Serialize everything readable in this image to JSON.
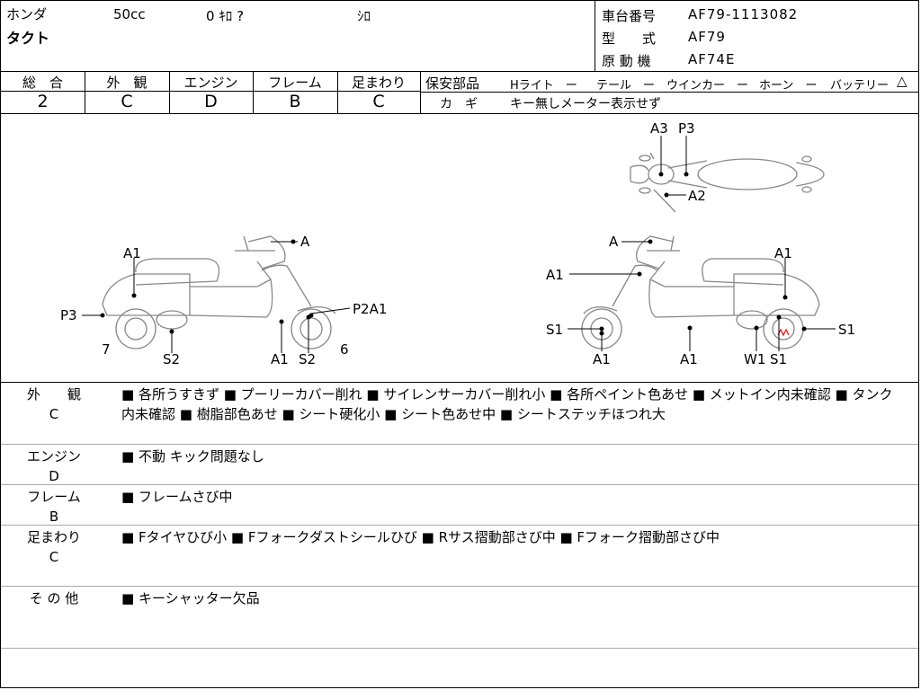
{
  "header": {
    "maker": "ホンダ",
    "displacement": "50cc",
    "mileage": "0 ｷﾛ ?",
    "color": "ｼﾛ",
    "model_name": "タクト",
    "frame_no_label": "車台番号",
    "frame_no": "AF79-1113082",
    "type_label": "型　　式",
    "type_value": "AF79",
    "engine_label": "原 動 機",
    "engine_value": "AF74E"
  },
  "grades": [
    {
      "label": "総　合",
      "value": "2"
    },
    {
      "label": "外　観",
      "value": "C"
    },
    {
      "label": "エンジン",
      "value": "D"
    },
    {
      "label": "フレーム",
      "value": "B"
    },
    {
      "label": "足まわり",
      "value": "C"
    }
  ],
  "safety": {
    "label": "保安部品",
    "items": [
      "Hライト　ー",
      "テール　ー",
      "ウインカー　ー",
      "ホーン　ー",
      "バッテリー"
    ],
    "triangle": "△",
    "key_label": "カ　ギ",
    "key_value": "キー無しメーター表示せず"
  },
  "diagram_labels": {
    "top": [
      "A3",
      "P3",
      "A2"
    ],
    "left": [
      "A",
      "A1",
      "P3",
      "P2A1",
      "7",
      "S2",
      "A1",
      "S2",
      "6"
    ],
    "right": [
      "A",
      "A1",
      "A1",
      "S1",
      "S1",
      "A1",
      "A1",
      "W1",
      "S1"
    ]
  },
  "conditions": [
    {
      "label": "外　　観",
      "grade": "C",
      "text": "■ 各所うすきず ■ プーリーカバー削れ ■ サイレンサーカバー削れ小 ■ 各所ペイント色あせ ■ メットイン内未確認 ■ タンク内未確認 ■ 樹脂部色あせ ■ シート硬化小 ■ シート色あせ中 ■ シートステッチほつれ大"
    },
    {
      "label": "エンジン",
      "grade": "D",
      "text": "■ 不動 キック問題なし"
    },
    {
      "label": "フレーム",
      "grade": "B",
      "text": "■ フレームさび中"
    },
    {
      "label": "足まわり",
      "grade": "C",
      "text": "■ Fタイヤひび小 ■ Fフォークダストシールひび ■ Rサス摺動部さび中 ■ Fフォーク摺動部さび中"
    },
    {
      "label": "そ の 他",
      "grade": "",
      "text": "■ キーシャッター欠品"
    }
  ]
}
